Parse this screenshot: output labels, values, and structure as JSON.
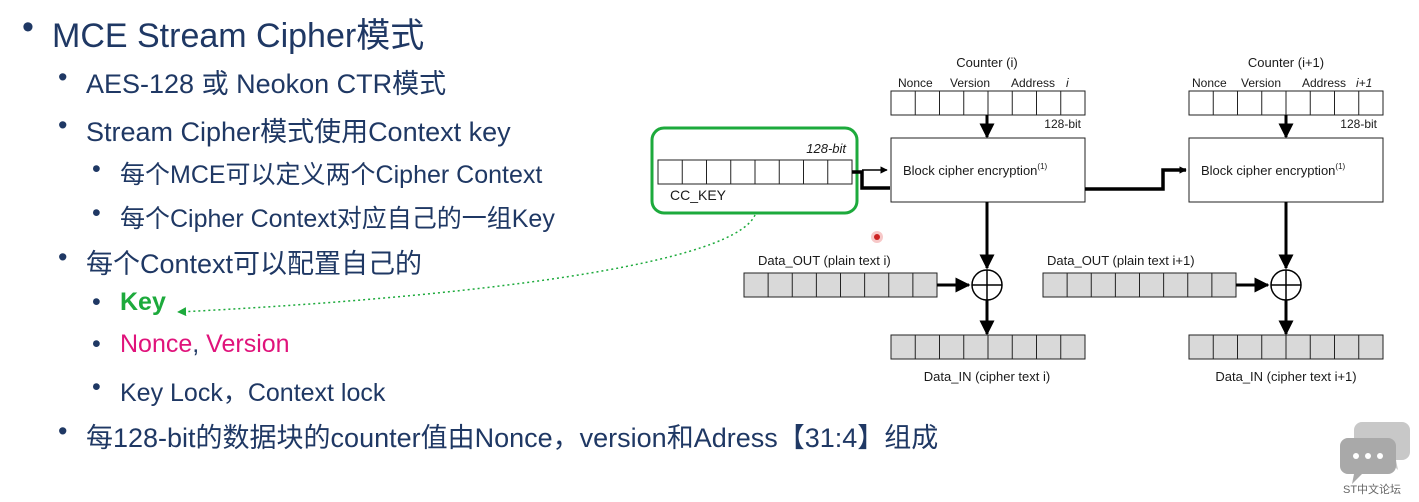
{
  "colors": {
    "text": "#1f3864",
    "green": "#1daa3c",
    "magenta": "#e0137b",
    "cell_gray": "#d9d9d9",
    "pointer": "#cc2222",
    "watermark": "#b0b0b0"
  },
  "bullets": {
    "title": "MCE Stream Cipher模式",
    "b1": "AES-128 或 Neokon CTR模式",
    "b2": "Stream Cipher模式使用Context key",
    "b2a": "每个MCE可以定义两个Cipher Context",
    "b2b": "每个Cipher Context对应自己的一组Key",
    "b3": "每个Context可以配置自己的",
    "b3a": "Key",
    "b3b_nonce": "Nonce",
    "b3b_sep": ", ",
    "b3b_version": "Version",
    "b3c": "Key Lock，Context lock",
    "b4": "每128-bit的数据块的counter值由Nonce，version和Adress【31:4】组成"
  },
  "diagram": {
    "cc_key": {
      "bits": "128-bit",
      "label": "CC_KEY"
    },
    "counter_i": {
      "title": "Counter (i)",
      "fields": [
        "Nonce",
        "Version",
        "Address"
      ],
      "addr_sub": "i",
      "bits": "128-bit"
    },
    "counter_i1": {
      "title": "Counter (i+1)",
      "fields": [
        "Nonce",
        "Version",
        "Address"
      ],
      "addr_sub": "i+1",
      "bits": "128-bit"
    },
    "block_cipher": {
      "label": "Block cipher encryption",
      "sup": "(1)"
    },
    "data_out_i": "Data_OUT (plain text i)",
    "data_out_i1": "Data_OUT (plain text i+1)",
    "data_in_i": "Data_IN (cipher text i)",
    "data_in_i1": "Data_IN (cipher text i+1)"
  },
  "watermark": {
    "label": "ST中文论坛"
  }
}
